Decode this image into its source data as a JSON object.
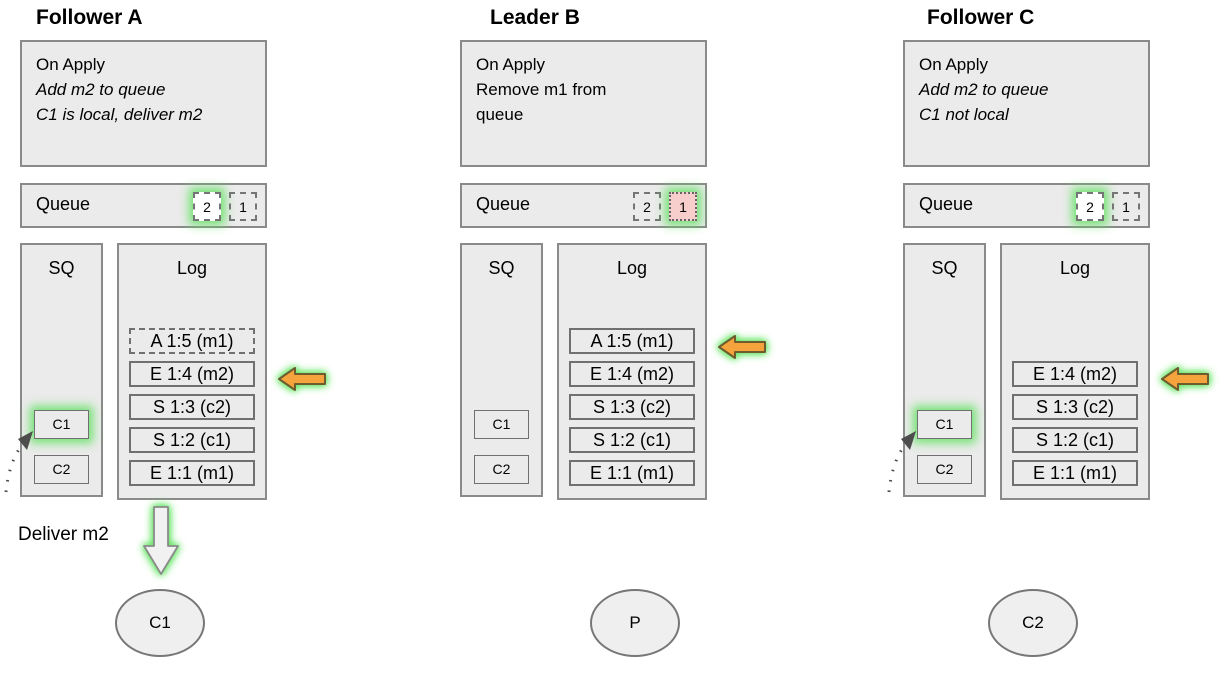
{
  "colors": {
    "panel_fill": "#ebebeb",
    "panel_border": "#8a8a8a",
    "entry_border": "#707070",
    "glow_green": "#5ee05e",
    "arrow_orange_fill": "#f5a33c",
    "arrow_orange_stroke": "#6e5b2e",
    "queue_highlight_pink": "#f8cecc",
    "queue_highlight_white": "#ffffff"
  },
  "columns": [
    {
      "title": "Follower A",
      "on_apply": {
        "line1": "On Apply",
        "line2": "Add m2 to queue",
        "line3": "C1 is local, deliver m2"
      },
      "queue": {
        "label": "Queue",
        "item1": "2",
        "item2": "1"
      },
      "sq": {
        "label": "SQ",
        "item1": "C1",
        "item2": "C2"
      },
      "log": {
        "label": "Log",
        "entries": [
          "A 1:5 (m1)",
          "E 1:4 (m2)",
          "S 1:3 (c2)",
          "S 1:2 (c1)",
          "E 1:1 (m1)"
        ]
      },
      "deliver_label": "Deliver m2",
      "node_label": "C1"
    },
    {
      "title": "Leader B",
      "on_apply": {
        "line1": "On Apply",
        "line2": "Remove m1 from",
        "line3": "queue"
      },
      "queue": {
        "label": "Queue",
        "item1": "2",
        "item2": "1"
      },
      "sq": {
        "label": "SQ",
        "item1": "C1",
        "item2": "C2"
      },
      "log": {
        "label": "Log",
        "entries": [
          "A 1:5 (m1)",
          "E 1:4 (m2)",
          "S 1:3 (c2)",
          "S 1:2 (c1)",
          "E 1:1 (m1)"
        ]
      },
      "node_label": "P"
    },
    {
      "title": "Follower C",
      "on_apply": {
        "line1": "On Apply",
        "line2": "Add m2 to queue",
        "line3": "C1 not local"
      },
      "queue": {
        "label": "Queue",
        "item1": "2",
        "item2": "1"
      },
      "sq": {
        "label": "SQ",
        "item1": "C1",
        "item2": "C2"
      },
      "log": {
        "label": "Log",
        "entries": [
          "E 1:4 (m2)",
          "S 1:3 (c2)",
          "S 1:2 (c1)",
          "E 1:1 (m1)"
        ]
      },
      "node_label": "C2"
    }
  ]
}
